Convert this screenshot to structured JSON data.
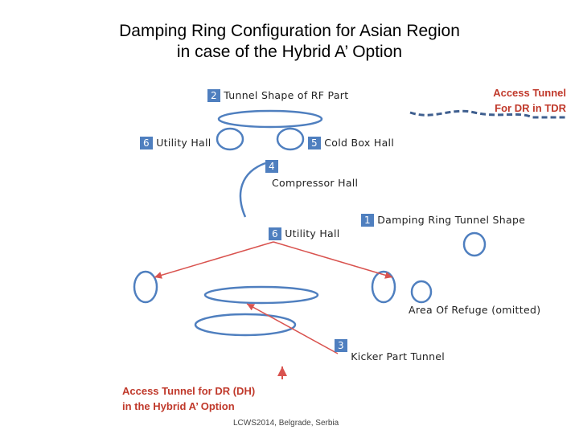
{
  "title": {
    "line1": "Damping Ring Configuration for Asian Region",
    "line2": "in case of the Hybrid A’ Option"
  },
  "labels": {
    "rf_part": {
      "num": "2",
      "text": "Tunnel Shape of RF Part"
    },
    "utility_hall_left": {
      "num": "6",
      "text": "Utility Hall"
    },
    "cold_box_hall": {
      "num": "5",
      "text": "Cold Box Hall"
    },
    "compressor_hall": {
      "num": "4",
      "text": "Compressor Hall"
    },
    "utility_hall_center": {
      "num": "6",
      "text": "Utility Hall"
    },
    "damping_ring_tunnel": {
      "num": "1",
      "text": "Damping Ring Tunnel Shape"
    },
    "area_of_refuge": {
      "text": "Area Of Refuge (omitted)"
    },
    "kicker_part": {
      "num": "3",
      "text": "Kicker Part Tunnel"
    },
    "access_tunnel_tdr": {
      "line1": "Access Tunnel",
      "line2": "For DR in TDR"
    },
    "access_tunnel_dh": {
      "line1": "Access Tunnel for DR (DH)",
      "line2": "in the Hybrid A’ Option"
    }
  },
  "footer": "LCWS2014, Belgrade, Serbia",
  "colors": {
    "outline": "#4f7fbf",
    "dashed_tunnel": "#3f5f8f",
    "arrow": "#d9534f",
    "accent_text": "#c0392b",
    "badge": "#4f7fbf"
  }
}
